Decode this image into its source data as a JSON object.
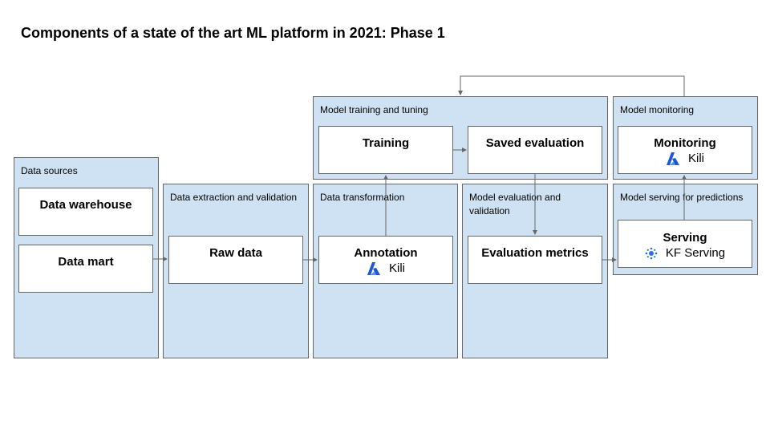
{
  "title": "Components of a state of the art ML platform in 2021: Phase 1",
  "colors": {
    "panel_fill": "#cfe2f3",
    "border": "#666666",
    "kili_blue": "#1a56d6",
    "kf_blue": "#2b6fe0"
  },
  "panels": {
    "data_sources": "Data sources",
    "extraction": "Data extraction and validation",
    "transformation": "Data transformation",
    "evaluation": "Model evaluation and validation",
    "serving": "Model serving for predictions",
    "training": "Model training and tuning",
    "monitoring": "Model monitoring"
  },
  "boxes": {
    "data_warehouse": "Data warehouse",
    "data_mart": "Data mart",
    "raw_data": "Raw data",
    "annotation": "Annotation",
    "evaluation_metrics": "Evaluation metrics",
    "serving": "Serving",
    "training": "Training",
    "saved_evaluation": "Saved evaluation",
    "monitoring": "Monitoring"
  },
  "tools": {
    "annotation": {
      "name": "Kili",
      "icon": "kili-logo-icon"
    },
    "monitoring": {
      "name": "Kili",
      "icon": "kili-logo-icon"
    },
    "serving": {
      "name": "KF Serving",
      "icon": "kfserving-logo-icon"
    }
  }
}
